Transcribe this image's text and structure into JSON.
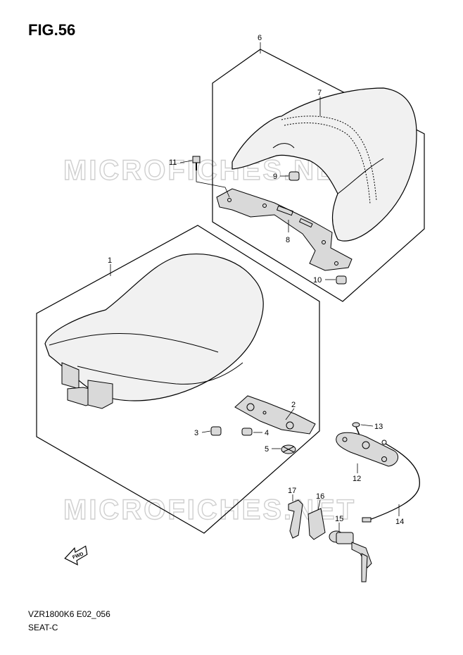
{
  "figure": {
    "title": "FIG.56"
  },
  "watermark": {
    "text": "MICROFICHES.NET"
  },
  "direction_marker": {
    "label": "FWD"
  },
  "callouts": {
    "c1": "1",
    "c2": "2",
    "c3": "3",
    "c4": "4",
    "c5": "5",
    "c6": "6",
    "c7": "7",
    "c8": "8",
    "c9": "9",
    "c10": "10",
    "c11": "11",
    "c12": "12",
    "c13": "13",
    "c14": "14",
    "c15": "15",
    "c16": "16",
    "c17": "17"
  },
  "footer": {
    "model": "VZR1800K6 E02_056",
    "section": "SEAT-C"
  }
}
